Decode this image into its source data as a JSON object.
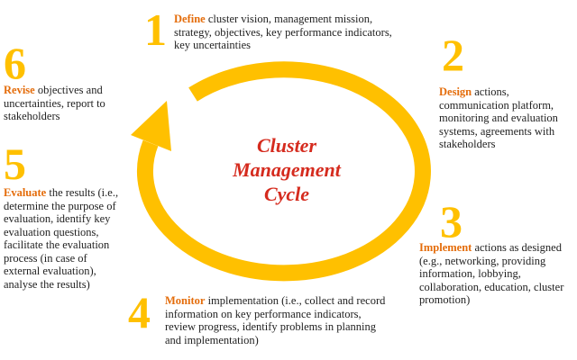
{
  "title": [
    "Cluster",
    "Management",
    "Cycle"
  ],
  "colors": {
    "ring": "#FFC000",
    "label": "#E46C0A",
    "title": "#D52B1E"
  },
  "steps": [
    {
      "number": "1",
      "label": "Define",
      "text": "cluster vision, management mission, strategy, objectives, key performance indicators, key uncertainties"
    },
    {
      "number": "2",
      "label": "Design",
      "text": "actions, communication platform, monitoring and evaluation systems, agreements with stakeholders"
    },
    {
      "number": "3",
      "label": "Implement",
      "text": "actions as designed (e.g., networking, providing information, lobbying, collaboration, education, cluster promotion)"
    },
    {
      "number": "4",
      "label": "Monitor",
      "text": "implementation (i.e., collect and record information on key performance indicators, review progress, identify problems in planning and implementation)"
    },
    {
      "number": "5",
      "label": "Evaluate",
      "text": "the results (i.e., determine the purpose of evaluation, identify key evaluation questions, facilitate the evaluation process (in case of external evaluation), analyse the results)"
    },
    {
      "number": "6",
      "label": "Revise",
      "text": "objectives and uncertainties, report to stakeholders"
    }
  ]
}
